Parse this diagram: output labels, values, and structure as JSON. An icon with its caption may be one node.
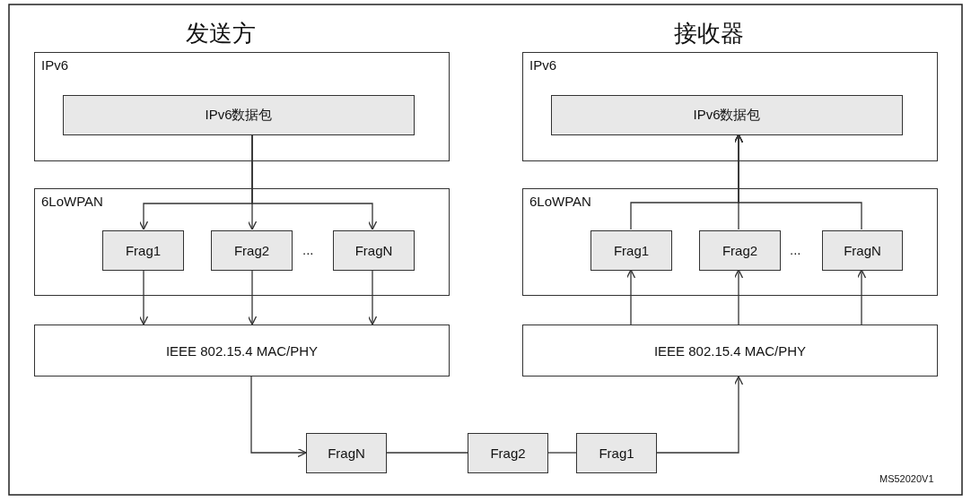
{
  "diagram": {
    "nodes": [
      {
        "text": [
          "IPv6"
        ]
      },
      {
        "text": [
          "IPv6数据包"
        ],
        "in": 0
      },
      {
        "text": [
          "6LoWPAN"
        ]
      },
      {
        "text": [
          "Frag1"
        ],
        "in": 2
      },
      {
        "text": [
          "Frag2"
        ],
        "in": 2
      },
      {
        "text": [
          "FragN"
        ],
        "in": 2
      },
      {
        "text": [
          "IEEE 802.15.4 MAC/PHY"
        ]
      },
      {
        "text": [
          "IPv6"
        ]
      },
      {
        "text": [
          "IPv6数据包"
        ],
        "in": 7
      },
      {
        "text": [
          "6LoWPAN"
        ]
      },
      {
        "text": [
          "Frag1"
        ],
        "in": 9
      },
      {
        "text": [
          "Frag2"
        ],
        "in": 9
      },
      {
        "text": [
          "FragN"
        ],
        "in": 9
      },
      {
        "text": [
          "IEEE 802.15.4 MAC/PHY"
        ]
      },
      {
        "text": [
          "FragN"
        ]
      },
      {
        "text": [
          "Frag2"
        ]
      },
      {
        "text": [
          "Frag1"
        ]
      }
    ],
    "edges": [
      {
        "from": 1,
        "to": 3,
        "arrow": "to"
      },
      {
        "from": 1,
        "to": 4,
        "arrow": "to"
      },
      {
        "from": 1,
        "to": 5,
        "arrow": "to"
      },
      {
        "from": 3,
        "to": 6,
        "arrow": "to"
      },
      {
        "from": 4,
        "to": 6,
        "arrow": "to"
      },
      {
        "from": 5,
        "to": 6,
        "arrow": "to"
      },
      {
        "from": 6,
        "to": 14,
        "arrow": "to"
      },
      {
        "from": 14,
        "to": 15,
        "arrow": "none"
      },
      {
        "from": 15,
        "to": 16,
        "arrow": "none"
      },
      {
        "from": 16,
        "to": 13,
        "arrow": "to"
      },
      {
        "from": 10,
        "to": 8,
        "arrow": "to"
      },
      {
        "from": 11,
        "to": 8,
        "arrow": "to"
      },
      {
        "from": 12,
        "to": 8,
        "arrow": "to"
      },
      {
        "from": 13,
        "to": 10,
        "arrow": "to"
      },
      {
        "from": 13,
        "to": 11,
        "arrow": "to"
      },
      {
        "from": 13,
        "to": 12,
        "arrow": "to"
      }
    ],
    "labels": [
      "发送方",
      "接收器",
      "...",
      "...",
      "MS52020V1"
    ]
  }
}
